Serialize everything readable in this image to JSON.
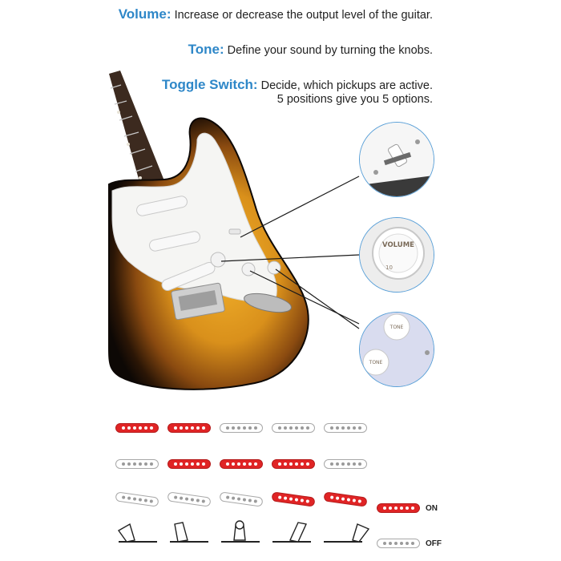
{
  "captions": [
    {
      "key": "Volume:",
      "text": "Increase or decrease the output level of the guitar."
    },
    {
      "key": "Tone:",
      "text": "Define your sound by turning the knobs."
    },
    {
      "key": "Toggle Switch:",
      "text": "Decide, which pickups are active.",
      "text2": "5 positions give you 5 options."
    }
  ],
  "knob_labels": {
    "volume": "VOLUME",
    "volume_number": "10",
    "tone": "TONE"
  },
  "colors": {
    "caption_key": "#2e87c8",
    "pickup_on": "#e02425",
    "pickup_off_border": "#a8a8a8",
    "circle_border": "#5aa0d8"
  },
  "switch_positions": [
    {
      "position": 1,
      "neck": false,
      "middle": false,
      "bridge": true
    },
    {
      "position": 2,
      "neck": false,
      "middle": true,
      "bridge": true
    },
    {
      "position": 3,
      "neck": false,
      "middle": true,
      "bridge": false
    },
    {
      "position": 4,
      "neck": true,
      "middle": true,
      "bridge": false
    },
    {
      "position": 5,
      "neck": true,
      "middle": false,
      "bridge": false
    }
  ],
  "legend": {
    "on": "ON",
    "off": "OFF"
  }
}
